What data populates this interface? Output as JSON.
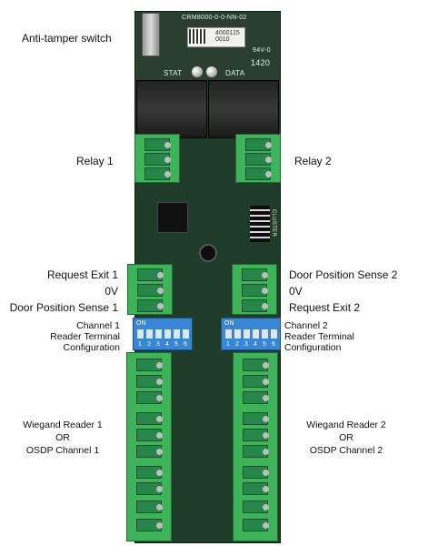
{
  "labels": {
    "anti_tamper": "Anti-tamper switch",
    "relay1": "Relay 1",
    "relay2": "Relay 2",
    "request_exit_1": "Request Exit 1",
    "zero_v_left": "0V",
    "door_position_sense_1": "Door Position Sense 1",
    "door_position_sense_2": "Door Position Sense 2",
    "zero_v_right": "0V",
    "request_exit_2": "Request Exit 2",
    "channel1_config": [
      "Channel 1",
      "Reader Terminal",
      "Configuration"
    ],
    "channel2_config": [
      "Channel 2",
      "Reader Terminal",
      "Configuration"
    ],
    "wiegand1": [
      "Wiegand Reader 1",
      "OR",
      "OSDP Channel 1"
    ],
    "wiegand2": [
      "Wiegand Reader 2",
      "OR",
      "OSDP Channel 2"
    ]
  },
  "board_markings": {
    "part_number": "CRM8000-0-0-NN-02",
    "sticker_line1": "4000115",
    "sticker_line2": "0010",
    "rating": "94V-0",
    "date_code": "1420",
    "led_stat": "STAT",
    "led_data": "DATA",
    "dip_on": "ON",
    "dip_numbers": [
      "1",
      "2",
      "3",
      "4",
      "5",
      "6"
    ],
    "cluster": "CLUSTER"
  },
  "colors": {
    "pcb": "#1f3b2a",
    "terminal_green": "#3fb35a",
    "dip_blue": "#3a86d6",
    "relay_black": "#222222"
  }
}
